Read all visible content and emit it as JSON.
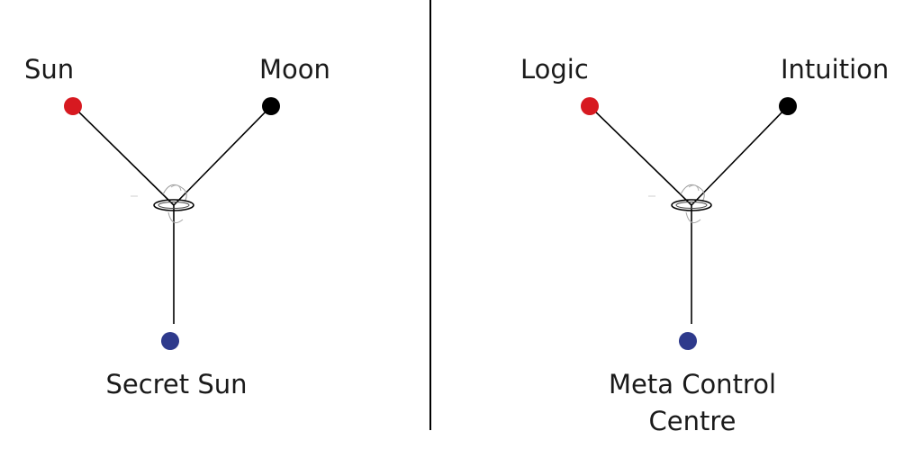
{
  "panels": [
    {
      "left_label": "Sun",
      "right_label": "Moon",
      "bottom_label_lines": [
        "Secret Sun"
      ],
      "left_dot_color": "#d71920",
      "right_dot_color": "#000000",
      "bottom_dot_color": "#2e3a8c",
      "center_icon": "eye-icon"
    },
    {
      "left_label": "Logic",
      "right_label": "Intuition",
      "bottom_label_lines": [
        "Meta Control",
        "Centre"
      ],
      "left_dot_color": "#d71920",
      "right_dot_color": "#000000",
      "bottom_dot_color": "#2e3a8c",
      "center_icon": "eye-icon"
    }
  ],
  "divider_color": "#000000",
  "line_color": "#000000"
}
